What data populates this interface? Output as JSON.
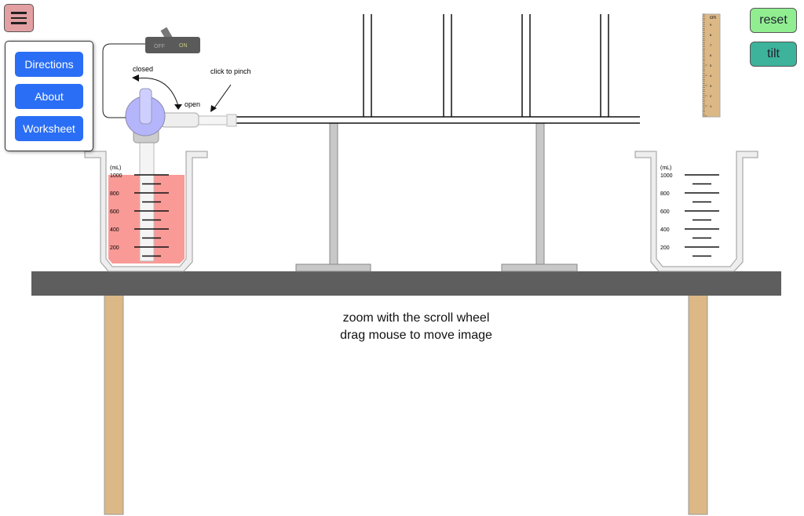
{
  "menu": {
    "items": [
      "Directions",
      "About",
      "Worksheet"
    ]
  },
  "buttons": {
    "reset": "reset",
    "tilt": "tilt"
  },
  "switch": {
    "off": "OFF",
    "on": "ON"
  },
  "labels": {
    "closed": "closed",
    "open": "open",
    "pinch": "click to pinch"
  },
  "beaker_left": {
    "unit": "(mL)",
    "ticks": [
      "1000",
      "800",
      "600",
      "400",
      "200"
    ],
    "fill_fraction": 1.0,
    "liquid_color": "#f99a97"
  },
  "beaker_right": {
    "unit": "(mL)",
    "ticks": [
      "1000",
      "800",
      "600",
      "400",
      "200"
    ],
    "fill_fraction": 0
  },
  "ruler": {
    "unit": "cm",
    "ticks": [
      "9",
      "8",
      "7",
      "6",
      "5",
      "4",
      "3",
      "2",
      "1"
    ]
  },
  "instructions": {
    "line1": "zoom with the scroll wheel",
    "line2": "drag mouse to move image"
  }
}
